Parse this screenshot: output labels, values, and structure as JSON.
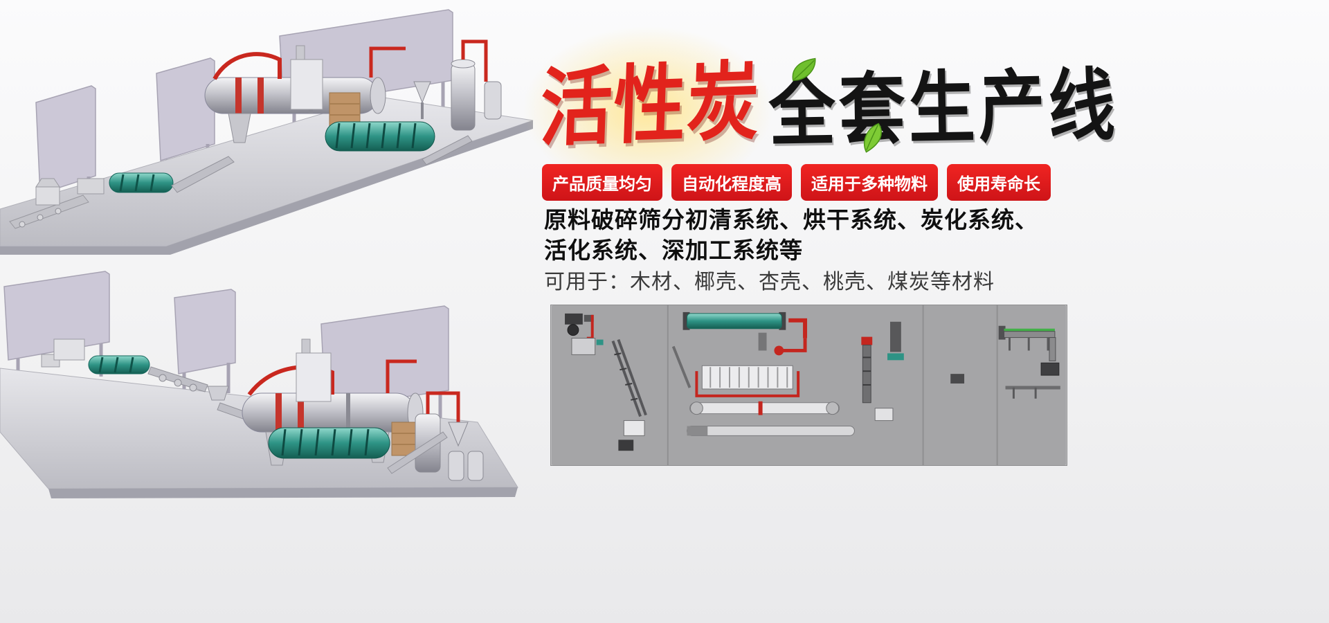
{
  "page": {
    "background": "#f2f2f3"
  },
  "hero": {
    "title_red": "活性炭",
    "title_black": "全套生产线",
    "badges": [
      "产品质量均匀",
      "自动化程度高",
      "适用于多种物料",
      "使用寿命长"
    ],
    "description_line1": "原料破碎筛分初清系统、烘干系统、炭化系统、",
    "description_line2": "活化系统、深加工系统等",
    "materials_line": "可用于：木材、椰壳、杏壳、桃壳、煤炭等材料",
    "colors": {
      "title_red": "#e2231c",
      "title_black": "#141414",
      "badge_red": "#e0161b",
      "badge_text": "#ffffff",
      "description_text": "#0f0f0f",
      "materials_text": "#3a3a3a",
      "diagram_panel": "#a5a5a7"
    }
  },
  "illustrations": {
    "top_render_name": "production-line-3d-render-top",
    "bottom_render_name": "production-line-3d-render-bottom",
    "diagram_name": "production-line-layout-schematic"
  }
}
